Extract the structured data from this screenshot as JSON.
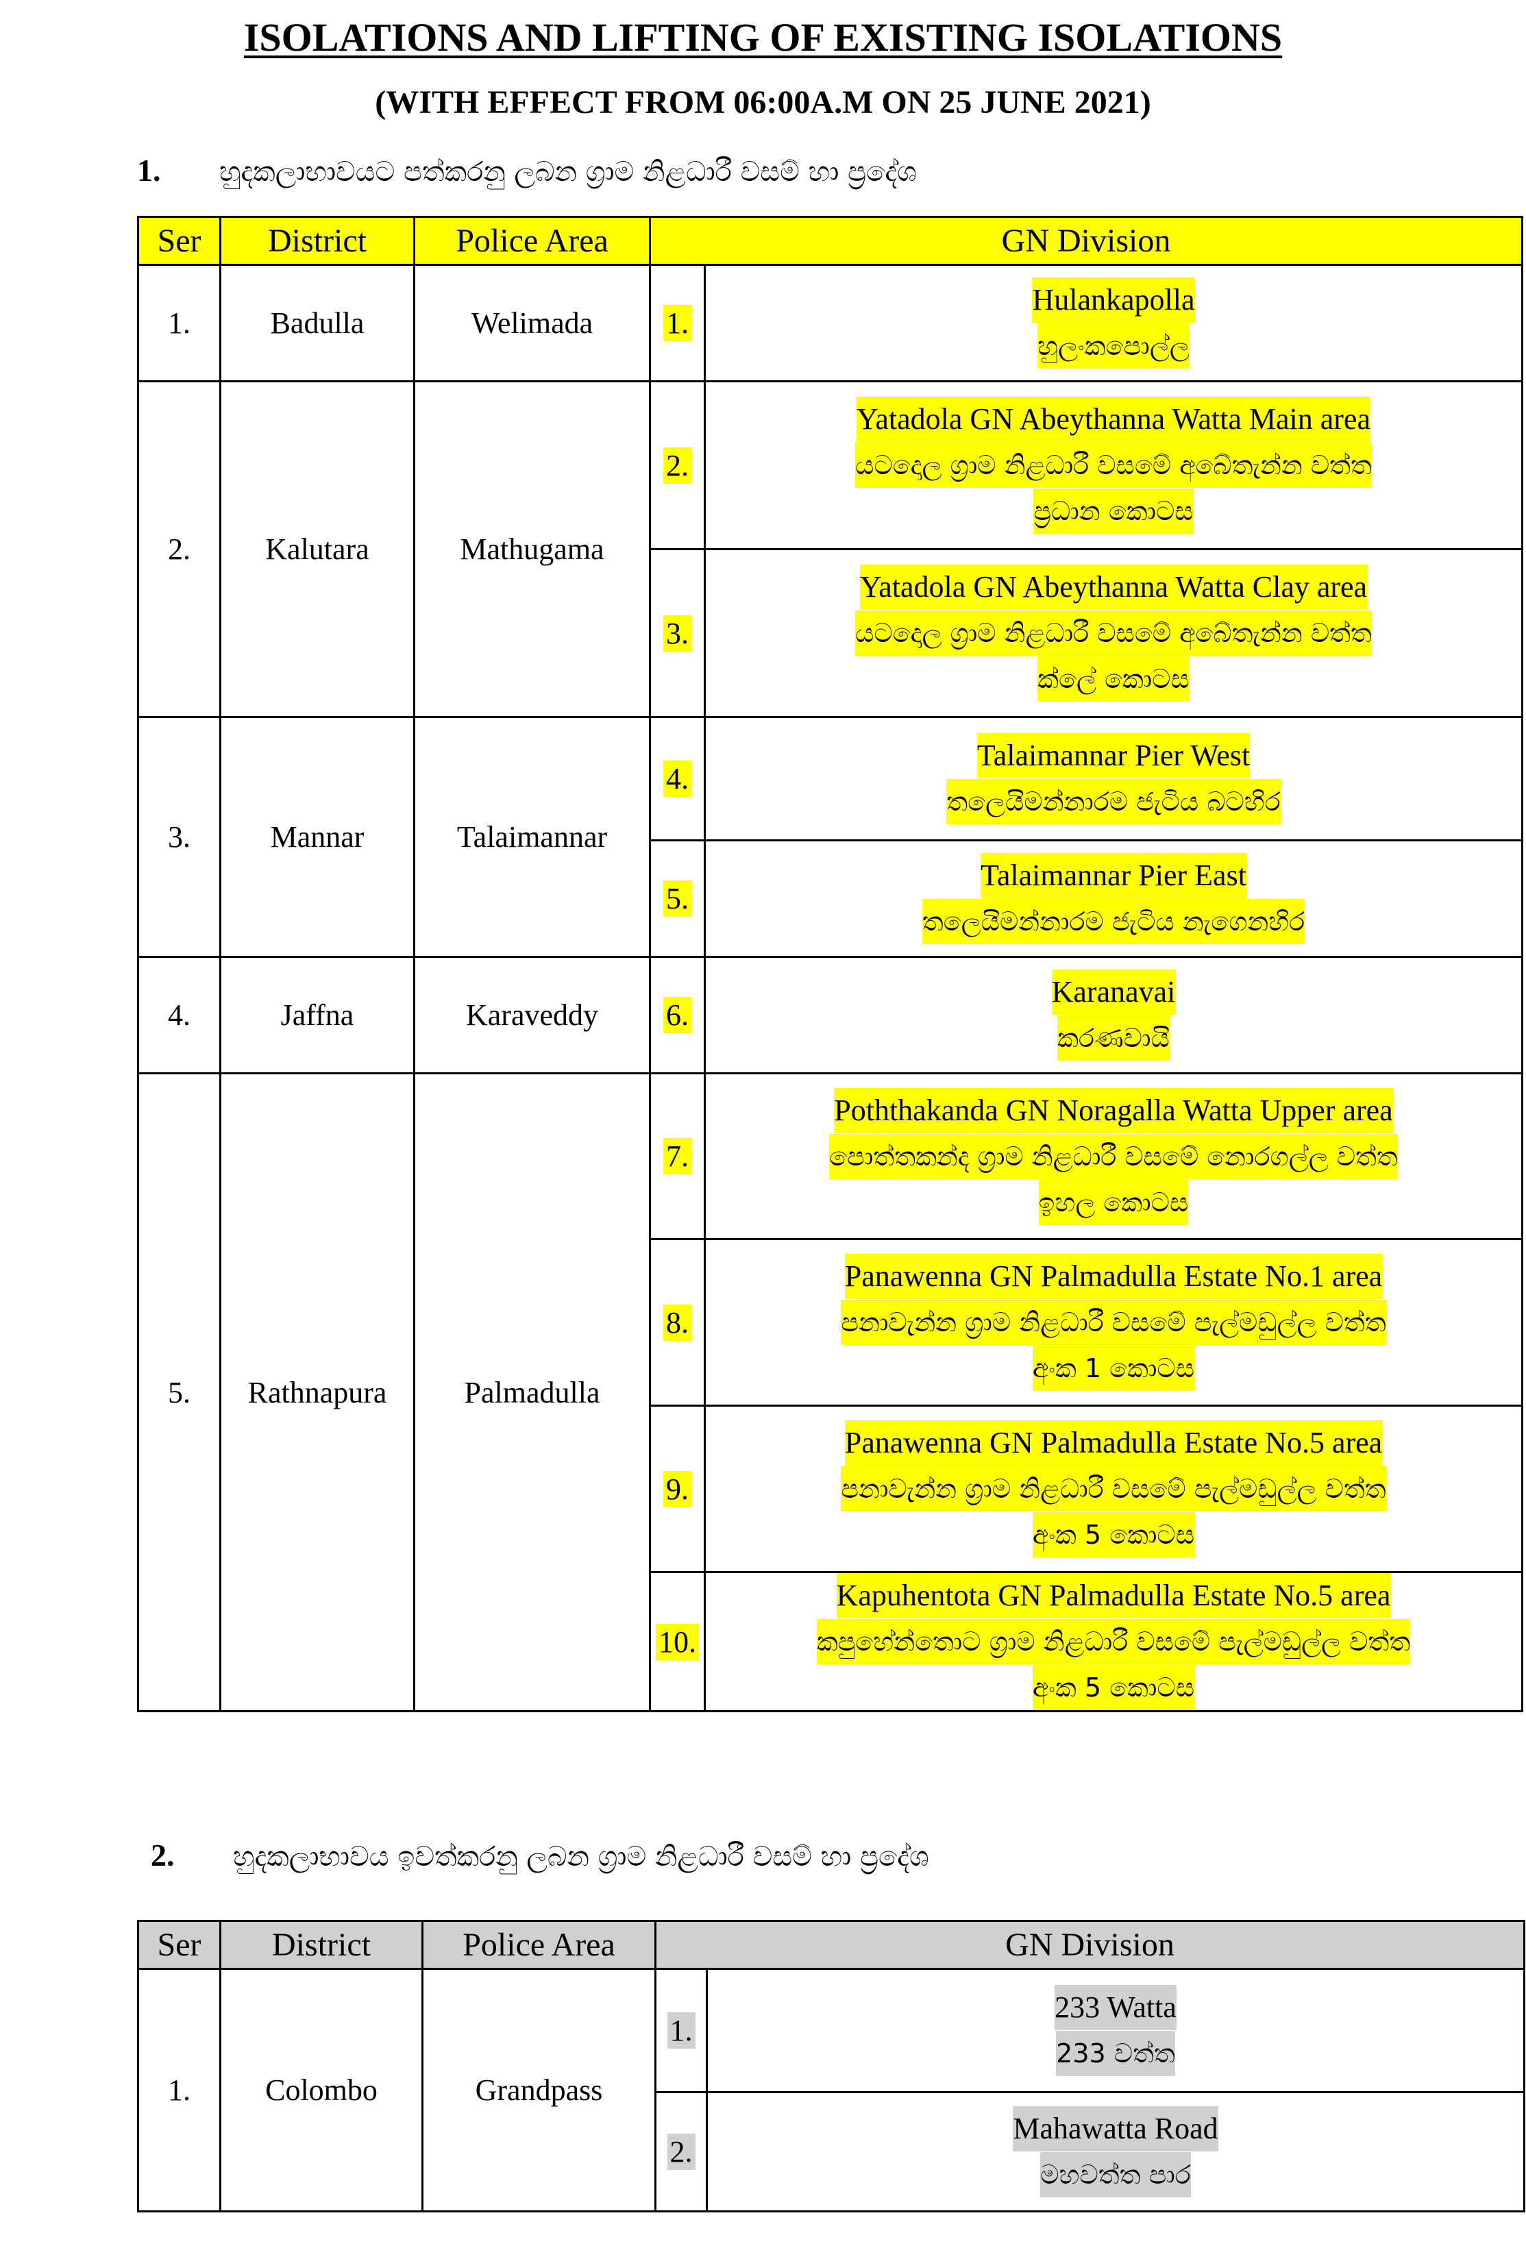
{
  "title": "ISOLATIONS AND LIFTING OF EXISTING ISOLATIONS",
  "subtitle": "(WITH EFFECT FROM 06:00A.M ON 25 JUNE 2021)",
  "section1": {
    "number": "1.",
    "heading": "හුදකලාභාවයට පත්කරනු ලබන ග්‍රාම නිළධාරී වසම් හා ප්‍රදේශ",
    "headers": {
      "ser": "Ser",
      "district": "District",
      "police": "Police Area",
      "gn": "GN Division"
    },
    "rows": [
      {
        "ser": "1.",
        "district": "Badulla",
        "police": "Welimada"
      },
      {
        "ser": "2.",
        "district": "Kalutara",
        "police": "Mathugama"
      },
      {
        "ser": "3.",
        "district": "Mannar",
        "police": "Talaimannar"
      },
      {
        "ser": "4.",
        "district": "Jaffna",
        "police": "Karaveddy"
      },
      {
        "ser": "5.",
        "district": "Rathnapura",
        "police": "Palmadulla"
      }
    ],
    "gn": [
      {
        "idx": "1.",
        "en": "Hulankapolla",
        "si1": "හුලංකපොල්ල",
        "si2": ""
      },
      {
        "idx": "2.",
        "en": "Yatadola GN Abeythanna Watta Main area",
        "si1": "යටදොල ග්‍රාම නිළධාරී වසමේ අබේතැන්න වත්ත",
        "si2": "ප්‍රධාන කොටස"
      },
      {
        "idx": "3.",
        "en": "Yatadola GN Abeythanna Watta Clay area",
        "si1": "යටදොල ග්‍රාම නිළධාරී වසමේ අබේතැන්න වත්ත",
        "si2": "ක්ලේ කොටස"
      },
      {
        "idx": "4.",
        "en": "Talaimannar Pier West",
        "si1": "තලෙයිමන්නාරම ජැටිය බටහිර",
        "si2": ""
      },
      {
        "idx": "5.",
        "en": "Talaimannar Pier East",
        "si1": "තලෙයිමන්නාරම ජැටිය නැගෙනහිර",
        "si2": ""
      },
      {
        "idx": "6.",
        "en": "Karanavai",
        "si1": "කරණවායි",
        "si2": ""
      },
      {
        "idx": "7.",
        "en": "Poththakanda GN Noragalla Watta Upper area",
        "si1": "පොත්තකන්ද ග්‍රාම නිළධාරී වසමේ නොරගල්ල වත්ත",
        "si2": "ඉහල කොටස"
      },
      {
        "idx": "8.",
        "en": "Panawenna GN Palmadulla Estate No.1 area",
        "si1": "පනාවැන්න ග්‍රාම නිළධාරී වසමේ පැල්මඩුල්ල වත්ත",
        "si2": "අංක 1 කොටස"
      },
      {
        "idx": "9.",
        "en": "Panawenna GN Palmadulla Estate No.5 area",
        "si1": "පනාවැන්න ග්‍රාම නිළධාරී වසමේ පැල්මඩුල්ල වත්ත",
        "si2": "අංක 5 කොටස"
      },
      {
        "idx": "10.",
        "en": "Kapuhentota GN Palmadulla Estate No.5 area",
        "si1": "කපුහේන්තොට ග්‍රාම නිළධාරී වසමේ පැල්මඩුල්ල වත්ත",
        "si2": "අංක 5 කොටස"
      }
    ]
  },
  "section2": {
    "number": "2.",
    "heading": "හුදකලාභාවය ඉවත්කරනු ලබන ග්‍රාම නිළධාරී වසම් හා ප්‍රදේශ",
    "headers": {
      "ser": "Ser",
      "district": "District",
      "police": "Police Area",
      "gn": "GN Division"
    },
    "rows": [
      {
        "ser": "1.",
        "district": "Colombo",
        "police": "Grandpass"
      }
    ],
    "gn": [
      {
        "idx": "1.",
        "en": "233 Watta",
        "si1": "233 වත්ත"
      },
      {
        "idx": "2.",
        "en": "Mahawatta Road",
        "si1": "මහවත්ත පාර"
      }
    ]
  },
  "colors": {
    "highlight_isolation": "#ffff00",
    "highlight_lifted": "#d0d0d0"
  }
}
